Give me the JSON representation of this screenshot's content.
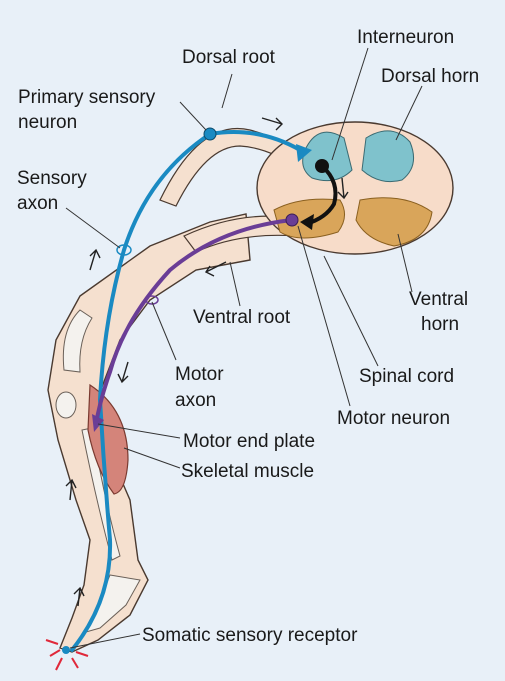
{
  "labels": {
    "dorsal_root": "Dorsal root",
    "interneuron": "Interneuron",
    "dorsal_horn": "Dorsal horn",
    "primary_sensory_neuron_l1": "Primary sensory",
    "primary_sensory_neuron_l2": "neuron",
    "sensory_axon_l1": "Sensory",
    "sensory_axon_l2": "axon",
    "ventral_horn_l1": "Ventral",
    "ventral_horn_l2": "horn",
    "ventral_root": "Ventral root",
    "motor_axon_l1": "Motor",
    "motor_axon_l2": "axon",
    "spinal_cord": "Spinal cord",
    "motor_neuron": "Motor neuron",
    "motor_end_plate": "Motor end plate",
    "skeletal_muscle": "Skeletal muscle",
    "somatic_sensory_receptor": "Somatic sensory receptor"
  },
  "colors": {
    "background": "#e8f0f8",
    "sensory_pathway": "#1a8ac2",
    "motor_pathway": "#6a3d96",
    "dorsal_horn": "#7fc2cc",
    "ventral_horn": "#d9a55a",
    "cord_tissue": "#f7dcc9",
    "muscle": "#d4847a",
    "leg_skin": "#f5e0cf",
    "bone": "#f4f2ee",
    "receptor_burst": "#e0283a"
  }
}
